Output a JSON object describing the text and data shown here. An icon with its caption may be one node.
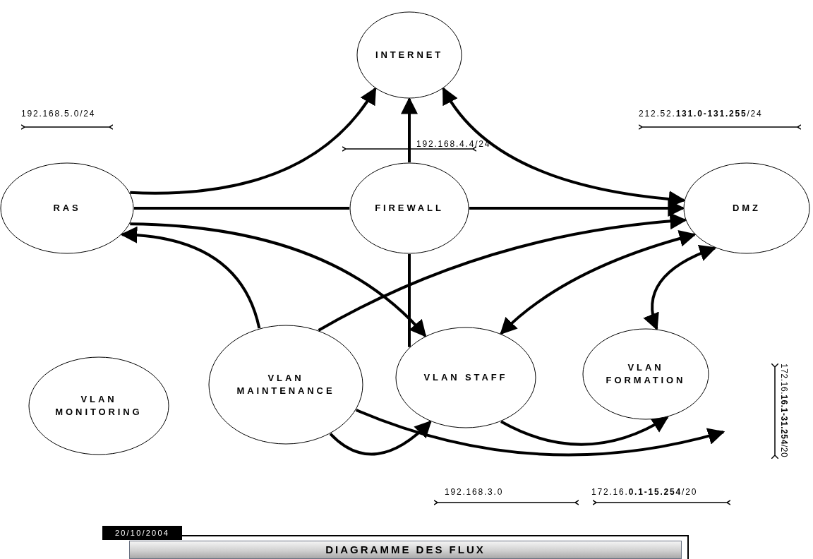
{
  "diagram": {
    "title": "DIAGRAMME DES FLUX",
    "nodes": [
      {
        "text": [
          "INTERNET"
        ]
      },
      {
        "text": [
          "RAS"
        ]
      },
      {
        "text": [
          "FIREWALL"
        ]
      },
      {
        "text": [
          "DMZ"
        ]
      },
      {
        "text": [
          "VLAN MONITORING"
        ]
      },
      {
        "text": [
          "VLAN MAINTENANCE"
        ]
      },
      {
        "text": [
          "VLAN STAFF"
        ]
      },
      {
        "text": [
          "VLAN FORMATION"
        ]
      }
    ],
    "edges": [
      {
        "from": 1,
        "to": 0,
        "arrow": "to"
      },
      {
        "from": 2,
        "to": 0,
        "arrow": "to"
      },
      {
        "from": 3,
        "to": 0,
        "arrow": "both"
      },
      {
        "from": 1,
        "to": 2,
        "arrow": "none"
      },
      {
        "from": 2,
        "to": 3,
        "arrow": "to"
      },
      {
        "from": 1,
        "to": 6,
        "arrow": "to"
      },
      {
        "from": 5,
        "to": 1,
        "arrow": "to"
      },
      {
        "from": 5,
        "to": 3,
        "arrow": "to"
      },
      {
        "from": 3,
        "to": 6,
        "arrow": "both"
      },
      {
        "from": 2,
        "to": 6,
        "arrow": "none"
      },
      {
        "from": 3,
        "to": 7,
        "arrow": "both"
      },
      {
        "from": 5,
        "to": 6,
        "arrow": "to"
      },
      {
        "from": 5,
        "to": null,
        "arrow": "to"
      },
      {
        "from": 6,
        "to": 7,
        "arrow": "to"
      }
    ],
    "labels": [
      "192.168.5.0/24",
      "212.52.**131.0-131.255**/24",
      "192.168.4.4/24",
      "172.16.**16.1-31.254**/20",
      "192.168.3.0",
      "172.16.**0.1-15.254**/20",
      "20/10/2004"
    ]
  }
}
